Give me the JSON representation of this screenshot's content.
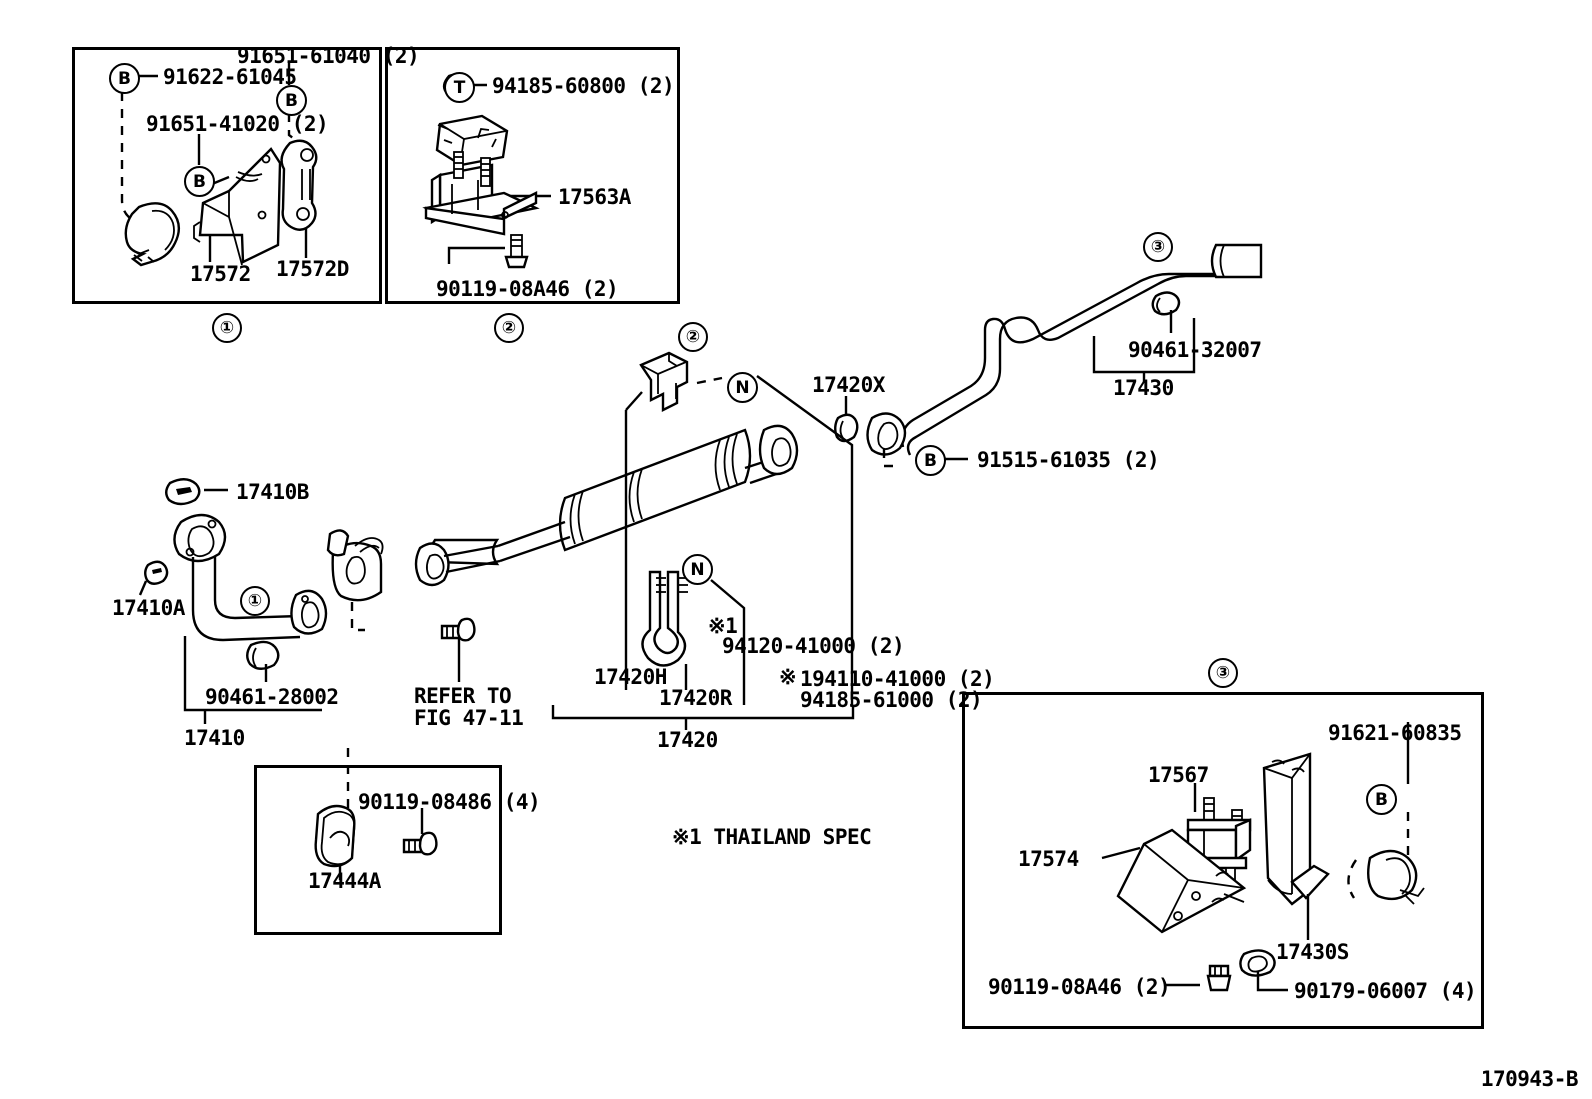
{
  "diagram": {
    "figure_code": "170943-B",
    "note": "※1 THAILAND SPEC",
    "refer": {
      "line1": "REFER TO",
      "line2": "FIG 47-11"
    }
  },
  "box1": {
    "number": "①",
    "labels": {
      "bolt_b1": "91622-61045",
      "bolt_b2": "91651-61040 (2)",
      "bolt_b3": "91651-41020 (2)",
      "part_bracket": "17572",
      "part_rod": "17572D",
      "badge": "B"
    }
  },
  "box2": {
    "number": "②",
    "labels": {
      "nut": "94185-60800 (2)",
      "support": "17563A",
      "bolt": "90119-08A46 (2)",
      "badge": "T"
    }
  },
  "box3": {
    "number": "③",
    "labels": {
      "insulator": "17567",
      "heat_shield": "17574",
      "bracket": "17430S",
      "clamp_bolt": "91621-60835",
      "bolt": "90119-08A46 (2)",
      "washer": "90179-06007 (4)",
      "badge": "B"
    }
  },
  "box4": {
    "labels": {
      "gasket": "17444A",
      "bolt": "90119-08486 (4)"
    }
  },
  "front_pipe": {
    "number": "①",
    "labels": {
      "gasket_top": "17410B",
      "nut": "17410A",
      "ring": "90461-28002",
      "assembly": "17410"
    }
  },
  "center_pipe": {
    "number": "②",
    "badge_n": "N",
    "labels": {
      "assembly": "17420",
      "hanger": "17420H",
      "ring": "17420R",
      "gasket": "17420X",
      "clip_note": "※1",
      "clip": "94120-41000 (2)",
      "nut_note": "※",
      "nut1": "194110-41000 (2)",
      "nut2": "94185-61000 (2)",
      "bolt": "91515-61035 (2)",
      "badge_b": "B"
    }
  },
  "tail_pipe": {
    "number": "③",
    "labels": {
      "assembly": "17430",
      "ring": "90461-32007"
    }
  }
}
